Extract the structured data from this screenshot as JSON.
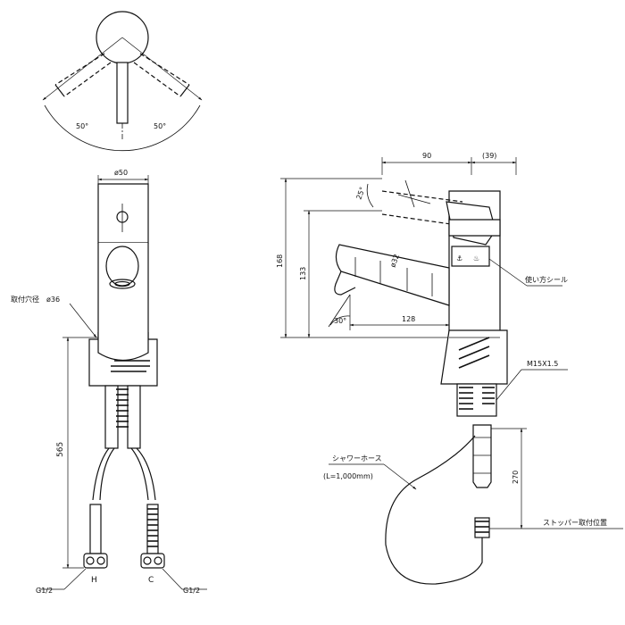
{
  "top_view": {
    "angle_left": "50°",
    "angle_right": "50°"
  },
  "front_view": {
    "dia_top": "ø50",
    "mount_hole_label": "取付穴径　ø36",
    "height_hose": "565",
    "hot_label": "H",
    "cold_label": "C",
    "thread_left": "G1/2",
    "thread_right": "G1/2"
  },
  "side_view": {
    "dim_90": "90",
    "dim_39": "(39)",
    "angle_25": "25°",
    "dia_32": "ø32",
    "dim_168": "168",
    "dim_133": "133",
    "dim_128": "128",
    "angle_30": "30°",
    "seal_label": "使い方シール",
    "thread_m15": "M15X1.5",
    "shower_hose": "シャワーホース",
    "hose_length": "(L=1,000mm)",
    "dim_270": "270",
    "stopper_label": "ストッパー取付位置"
  }
}
